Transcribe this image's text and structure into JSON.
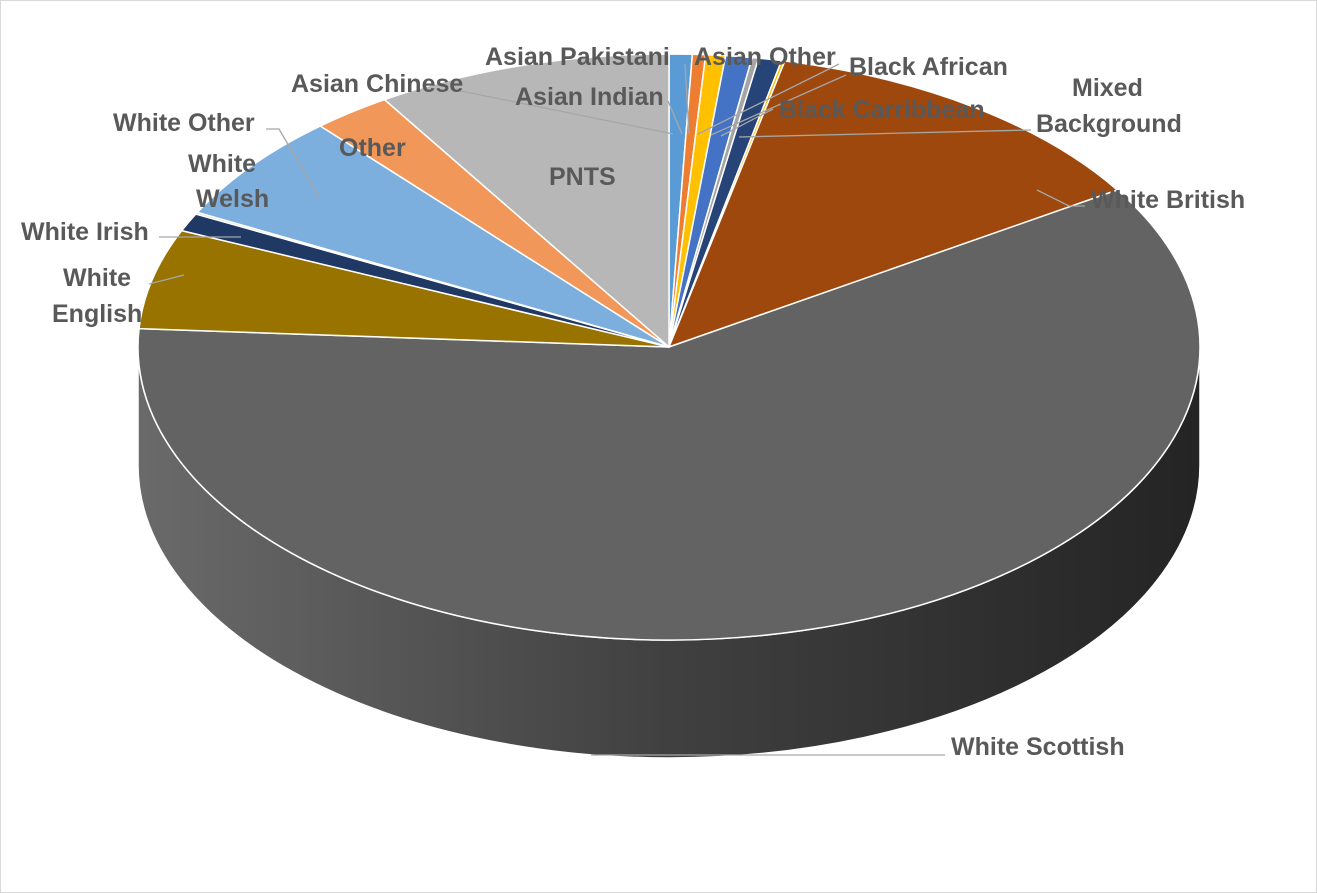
{
  "chart_data": {
    "type": "pie",
    "style": "3d",
    "title": "",
    "legend": "none",
    "labels_placement": "outside with leader lines",
    "slices": [
      {
        "label": "Asian Chinese",
        "value": 0.7,
        "color": "#5b9bd5"
      },
      {
        "label": "Asian Indian",
        "value": 0.4,
        "color": "#ed7d31"
      },
      {
        "label": "Asian Pakistani",
        "value": 0.6,
        "color": "#ffc000"
      },
      {
        "label": "Asian Other",
        "value": 0.8,
        "color": "#4472c4"
      },
      {
        "label": "Black African",
        "value": 0.2,
        "color": "#a5a5a5"
      },
      {
        "label": "Black Carribbean",
        "value": 0.7,
        "color": "#264478"
      },
      {
        "label": "Mixed Background",
        "value": 0.1,
        "color": "#ffc000"
      },
      {
        "label": "White British",
        "value": 12.5,
        "color": "#9e480e"
      },
      {
        "label": "White Scottish",
        "value": 60.0,
        "color": "#636363"
      },
      {
        "label": "White English",
        "value": 5.5,
        "color": "#997300"
      },
      {
        "label": "White Irish",
        "value": 1.0,
        "color": "#203864"
      },
      {
        "label": "White Welsh",
        "value": 0.1,
        "color": "#a9d18e"
      },
      {
        "label": "White Other",
        "value": 6.0,
        "color": "#7cafdd"
      },
      {
        "label": "Other",
        "value": 2.4,
        "color": "#f1975a"
      },
      {
        "label": "PNTS",
        "value": 9.0,
        "color": "#b7b7b7"
      }
    ]
  }
}
